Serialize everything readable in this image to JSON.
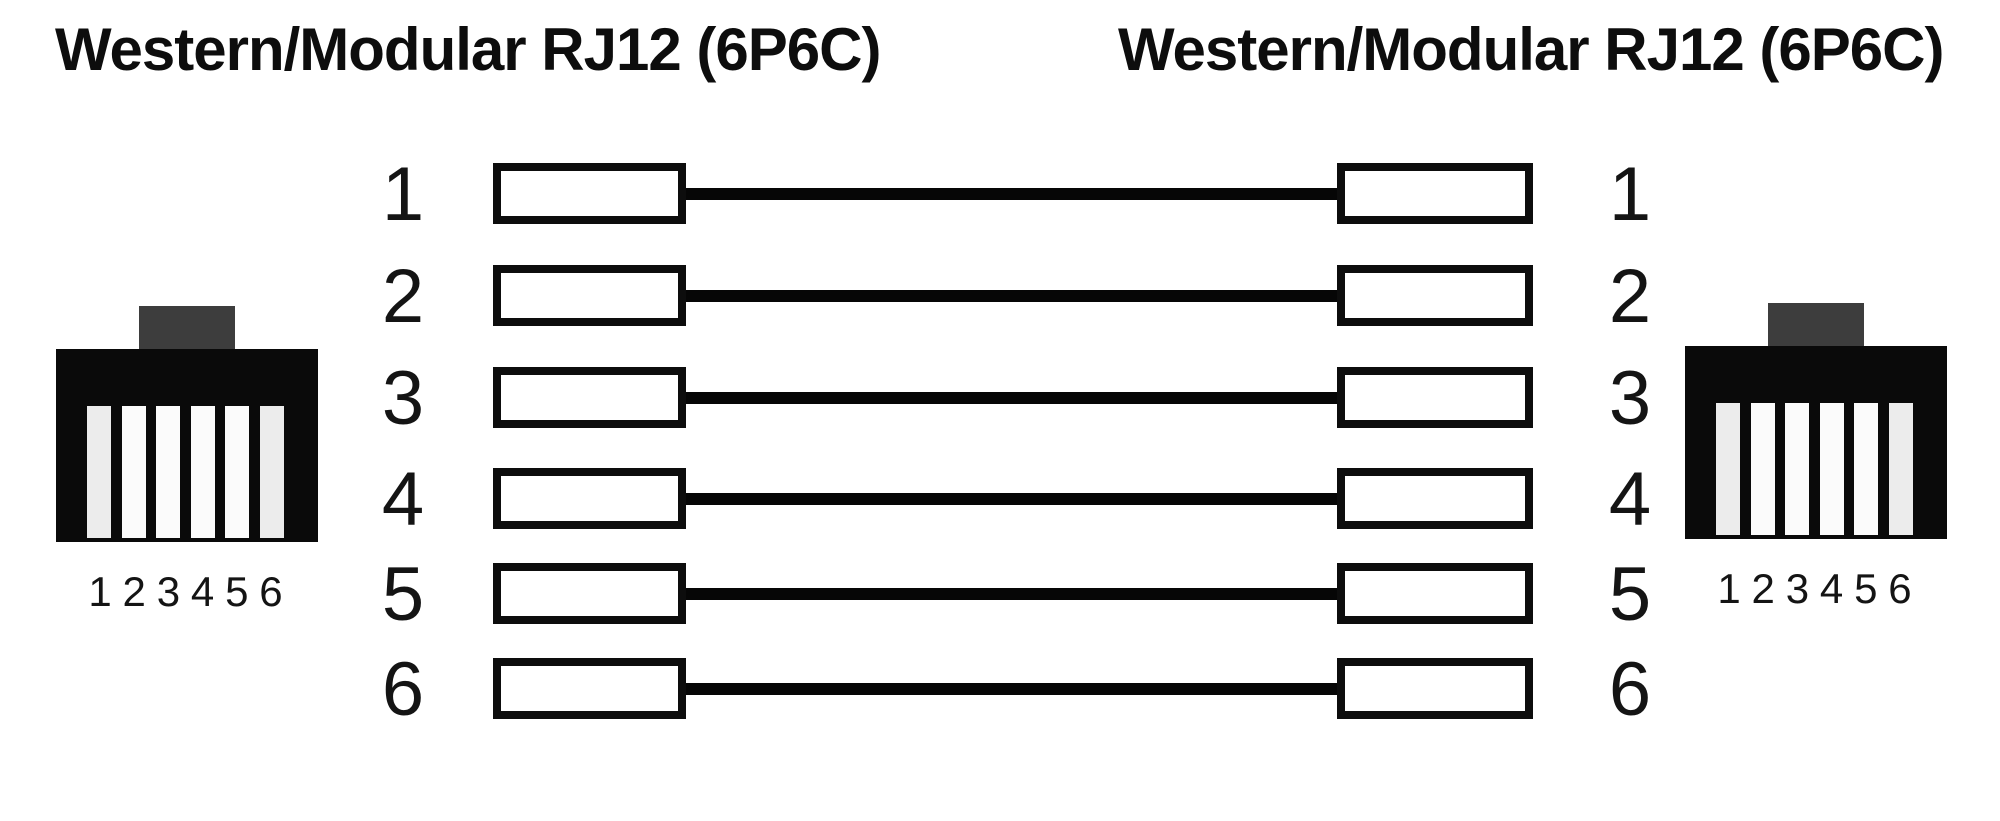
{
  "titles": {
    "left": "Western/Modular RJ12 (6P6C)",
    "right": "Western/Modular RJ12 (6P6C)"
  },
  "connectors": {
    "left": {
      "icon": "rj12-plug-front-icon",
      "pins": [
        "1",
        "2",
        "3",
        "4",
        "5",
        "6"
      ]
    },
    "right": {
      "icon": "rj12-plug-front-icon",
      "pins": [
        "1",
        "2",
        "3",
        "4",
        "5",
        "6"
      ]
    }
  },
  "rows": [
    {
      "left_pin": "1",
      "right_pin": "1"
    },
    {
      "left_pin": "2",
      "right_pin": "2"
    },
    {
      "left_pin": "3",
      "right_pin": "3"
    },
    {
      "left_pin": "4",
      "right_pin": "4"
    },
    {
      "left_pin": "5",
      "right_pin": "5"
    },
    {
      "left_pin": "6",
      "right_pin": "6"
    }
  ],
  "colors": {
    "background": "#ffffff",
    "wire": "#060606",
    "box_border": "#0d0d0d",
    "connector_body": "#0a0a0a",
    "connector_tab": "#3d3d3d",
    "pin_slot": "#fbfbfb",
    "text": "#141414"
  }
}
